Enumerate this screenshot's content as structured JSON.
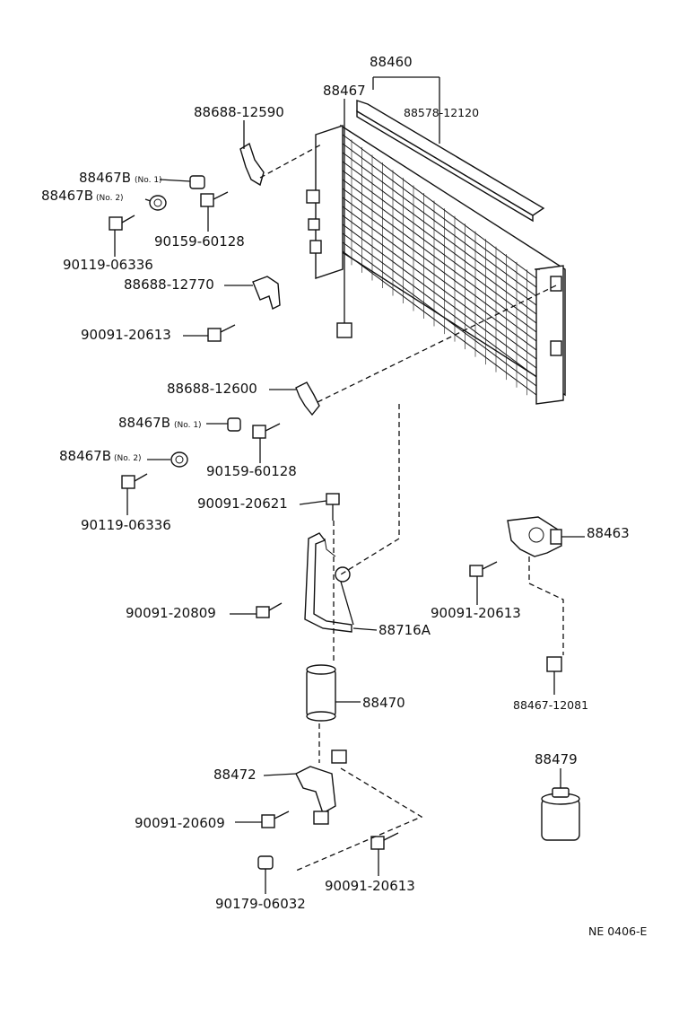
{
  "labels": {
    "condenser_assy": "88460",
    "condenser_core": "88467",
    "seal": "88578-12120",
    "bracket_upper": "88688-12590",
    "cushion_upper_no1": "88467B",
    "cushion_upper_no1_sub": "(No. 1)",
    "cushion_upper_no2": "88467B",
    "cushion_upper_no2_sub": "(No. 2)",
    "bolt_upper_a": "90159-60128",
    "bolt_upper_b": "90119-06336",
    "bracket_mid": "88688-12770",
    "bolt_mid": "90091-20613",
    "bracket_lower": "88688-12600",
    "cushion_lower_no1": "88467B",
    "cushion_lower_no1_sub": "(No. 1)",
    "cushion_lower_no2": "88467B",
    "cushion_lower_no2_sub": "(No. 2)",
    "bolt_lower_a": "90159-60128",
    "bolt_lower_b": "90119-06336",
    "bolt_pipe_top": "90091-20621",
    "pressure_switch": "88463",
    "bolt_switch": "90091-20613",
    "clip_switch": "88467-12081",
    "bolt_pipe_side": "90091-20809",
    "pipe": "88716A",
    "receiver": "88470",
    "bracket_receiver": "88472",
    "bolt_receiver_a": "90091-20609",
    "bolt_receiver_b": "90091-20613",
    "nut_receiver": "90179-06032",
    "dryer": "88479",
    "figure_code": "NE 0406-E"
  }
}
